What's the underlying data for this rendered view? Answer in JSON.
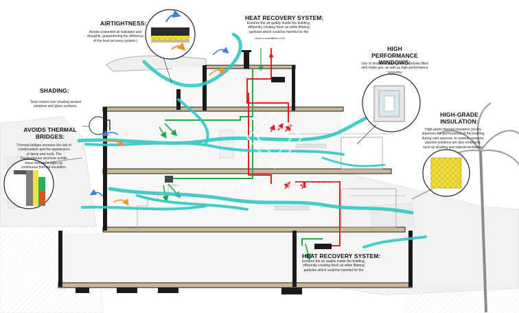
{
  "labels": {
    "airtightness": {
      "title": "AIRTIGHTNESS:",
      "text": "Avoids unwanted air leakages and draughts, guaranteeing the efficiency of the heat recovery system.)"
    },
    "heat_recovery_top": {
      "title": "HEAT RECOVERY SYSTEM:",
      "text": "Ensures the air quality inside the building, efficiently creating fresh air while filtering particles which could be harmful for the"
    },
    "inflow_clean_air": "Inflow of clean air",
    "outflow_dirt": "Outflow of dirt",
    "high_performance_windows": {
      "title": "HIGH PERFORMANCE WINDOWS:",
      "text": "Use of double or triple glazed windows filled with noble gas, as well as high performance carpentry."
    },
    "shading": {
      "title": "SHADING:",
      "text": "Total control over shading around windows and glass surfaces."
    },
    "thermal_bridges": {
      "title": "AVOIDS THERMAL BRIDGES:",
      "text": "Thermal bridges increase the risk of condensation and the appearance of damp and mold. The Passivehouse structure avoids these thermal bridges by continuous thermal insulation."
    },
    "high_grade_insulation": {
      "title": "HIGH-GRADE INSULATION:",
      "text": "High-grade thermal insulation greatly improves the performance of the building during cold seasons. In warmer seasons, passive solutions are also employed, such as shading and natural ventilation."
    },
    "heat_recovery_bottom": {
      "title": "HEAT RECOVERY SYSTEM:",
      "text": "Ensures the air quality inside the building, efficiently creating fresh air while filtering particles which could be harmful for the"
    }
  },
  "watermark": "PORTELANO PRIMES",
  "colors": {
    "airflow": "#33c7c4",
    "fresh_air": "#22a845",
    "exhaust": "#e02020",
    "cold_arrow": "#3a7fd8",
    "warm_arrow": "#f09030",
    "slab": "#cbb89a",
    "wall": "#1a1a1a",
    "insulation": "#f2df3a"
  }
}
